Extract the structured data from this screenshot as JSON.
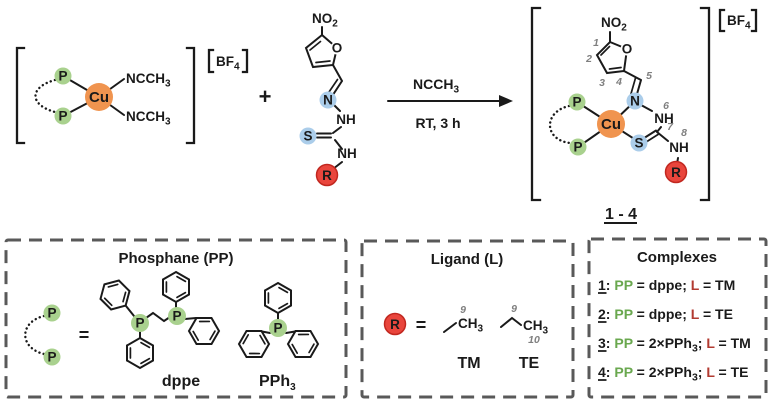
{
  "colors": {
    "copper_circle": "#f0944f",
    "phosphorus_circle": "#a9d18e",
    "nitrogen_sulfur_circle": "#abcdea",
    "r_group_circle": "#e9453c",
    "pp_text": "#6aa84f",
    "l_text": "#b23a30",
    "atom_number_text": "#7f7f7f",
    "box_border": "#595959"
  },
  "reactant": {
    "metal": "Cu",
    "p_top": "P",
    "p_bottom": "P",
    "nitrile_top": {
      "base": "NCCH",
      "sub": "3"
    },
    "nitrile_bottom": {
      "base": "NCCH",
      "sub": "3"
    },
    "counterion": {
      "base": "BF",
      "sub": "4"
    }
  },
  "plus_sign": "+",
  "ligand": {
    "nitro": {
      "base": "NO",
      "sub": "2"
    },
    "ring_oxygen": "O",
    "imine_nitrogen": "N",
    "hydrazine_nh": "NH",
    "sulfur": "S",
    "amide_nh": "NH",
    "r_group": "R"
  },
  "arrow": {
    "above": {
      "base": "NCCH",
      "sub": "3"
    },
    "below": "RT, 3 h"
  },
  "product": {
    "metal": "Cu",
    "p_top": "P",
    "p_bottom": "P",
    "counterion": {
      "base": "BF",
      "sub": "4"
    },
    "nitro": {
      "base": "NO",
      "sub": "2"
    },
    "ring_oxygen": "O",
    "imine_nitrogen": "N",
    "hydrazine_nh": "NH",
    "sulfur": "S",
    "amide_nh": "NH",
    "r_group": "R",
    "atom_numbers": {
      "n1": "1",
      "n2": "2",
      "n3": "3",
      "n4": "4",
      "n5": "5",
      "n6": "6",
      "n7": "7",
      "n8": "8"
    },
    "label": "1 - 4"
  },
  "phosphane_box": {
    "title": "Phosphane (PP)",
    "p_top": "P",
    "p_bottom": "P",
    "equals": "=",
    "dppe": {
      "p_left": "P",
      "p_right": "P",
      "label": "dppe"
    },
    "pph3": {
      "p": "P",
      "label": {
        "base": "PPh",
        "sub": "3"
      }
    }
  },
  "ligand_box": {
    "title": "Ligand (L)",
    "r_group": "R",
    "equals": "=",
    "tm": {
      "methyl": {
        "base": "CH",
        "sub": "3"
      },
      "carbon_number": "9",
      "label": "TM"
    },
    "te": {
      "methyl": {
        "base": "CH",
        "sub": "3"
      },
      "carbon_number_top": "9",
      "carbon_number_bottom": "10",
      "label": "TE"
    }
  },
  "complexes_box": {
    "title": "Complexes",
    "items": [
      {
        "num": "1",
        "colon": ": ",
        "pp": "PP",
        "mid": " = dppe; ",
        "sub": "",
        "post": "",
        "l": "L",
        "end": " = TM"
      },
      {
        "num": "2",
        "colon": ": ",
        "pp": "PP",
        "mid": " = dppe; ",
        "sub": "",
        "post": "",
        "l": "L",
        "end": " = TE"
      },
      {
        "num": "3",
        "colon": ": ",
        "pp": "PP",
        "mid": " = 2×PPh",
        "sub": "3",
        "post": "; ",
        "l": "L",
        "end": " = TM"
      },
      {
        "num": "4",
        "colon": ": ",
        "pp": "PP",
        "mid": " = 2×PPh",
        "sub": "3",
        "post": "; ",
        "l": "L",
        "end": " = TE"
      }
    ]
  }
}
